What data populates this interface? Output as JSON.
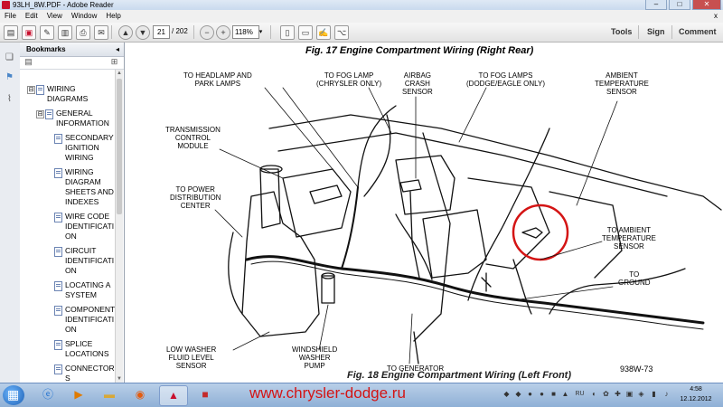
{
  "window": {
    "title": "93LH_8W.PDF - Adobe Reader",
    "minimize": "–",
    "maximize": "□",
    "close": "✕"
  },
  "menu": {
    "items": [
      "File",
      "Edit",
      "View",
      "Window",
      "Help"
    ],
    "close_doc": "x"
  },
  "toolbar": {
    "page_current": "21",
    "page_total": "/ 202",
    "zoom": "118%",
    "tools_label": "Tools",
    "sign_label": "Sign",
    "comment_label": "Comment"
  },
  "bookmarks": {
    "header": "Bookmarks",
    "close": "◂",
    "items": [
      {
        "lines": [
          "WIRING",
          "DIAGRAMS"
        ],
        "toggle": "⊟"
      },
      {
        "lines": [
          "GENERAL",
          "INFORMATION"
        ],
        "toggle": "⊟"
      },
      {
        "lines": [
          "SECONDARY",
          "IGNITION",
          "WIRING"
        ]
      },
      {
        "lines": [
          "WIRING",
          "DIAGRAM",
          "SHEETS AND",
          "INDEXES"
        ]
      },
      {
        "lines": [
          "WIRE CODE",
          "IDENTIFICATI",
          "ON"
        ]
      },
      {
        "lines": [
          "CIRCUIT",
          "IDENTIFICATI",
          "ON"
        ]
      },
      {
        "lines": [
          "LOCATING A",
          "SYSTEM"
        ]
      },
      {
        "lines": [
          "COMPONENT",
          "IDENTIFICATI",
          "ON"
        ]
      },
      {
        "lines": [
          "SPLICE",
          "LOCATIONS"
        ]
      },
      {
        "lines": [
          "CONNECTOR",
          "S"
        ]
      }
    ]
  },
  "document": {
    "figure_title": "Fig. 17 Engine Compartment Wiring (Right Rear)",
    "next_figure_title": "Fig. 18 Engine Compartment Wiring (Left Front)",
    "part_number": "938W-73",
    "labels": {
      "headlamp": [
        "TO HEADLAMP AND",
        "PARK LAMPS"
      ],
      "fog_chrysler": [
        "TO FOG LAMP",
        "(CHRYSLER ONLY)"
      ],
      "airbag": [
        "AIRBAG",
        "CRASH",
        "SENSOR"
      ],
      "fog_dodge": [
        "TO FOG LAMPS",
        "(DODGE/EAGLE ONLY)"
      ],
      "ambient_sensor": [
        "AMBIENT",
        "TEMPERATURE",
        "SENSOR"
      ],
      "tcm": [
        "TRANSMISSION",
        "CONTROL",
        "MODULE"
      ],
      "power_dist": [
        "TO POWER",
        "DISTRIBUTION",
        "CENTER"
      ],
      "to_ambient": [
        "TO AMBIENT",
        "TEMPERATURE",
        "SENSOR"
      ],
      "to_ground": [
        "TO",
        "GROUND"
      ],
      "washer_level": [
        "LOW WASHER",
        "FLUID LEVEL",
        "SENSOR"
      ],
      "washer_pump": [
        "WINDSHIELD",
        "WASHER",
        "PUMP"
      ],
      "generator": [
        "TO GENERATOR"
      ]
    }
  },
  "taskbar": {
    "watermark": "www.chrysler-dodge.ru",
    "time": "4:58",
    "date": "12.12.2012",
    "lang": "RU"
  }
}
